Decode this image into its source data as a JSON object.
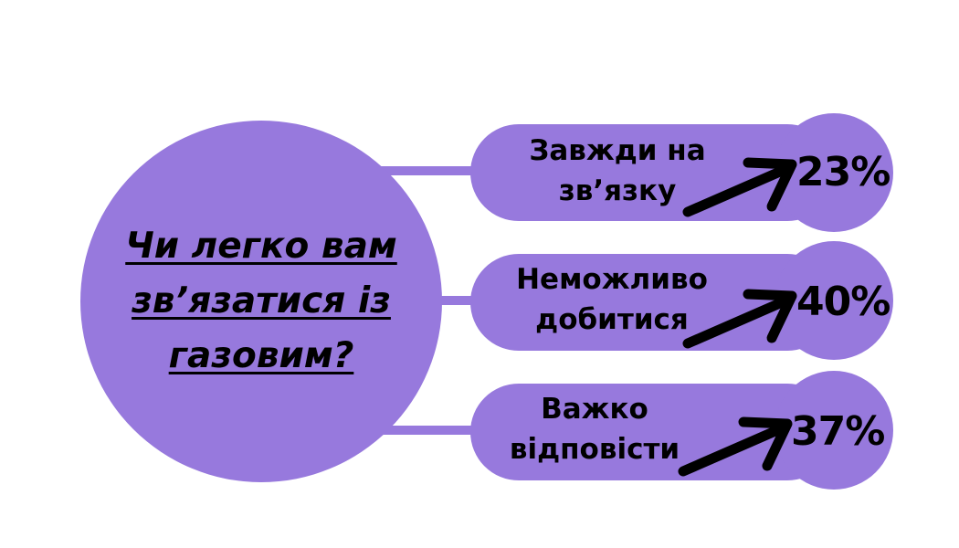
{
  "colors": {
    "accent": "#9779dd",
    "text": "#000000"
  },
  "question": {
    "lines": [
      "Чи легко вам",
      "зв’язатися із",
      "газовим?"
    ]
  },
  "answers": [
    {
      "label_lines": [
        "Завжди на",
        "зв’язку"
      ],
      "percent": "23%",
      "icon": "arrow-up-right-icon"
    },
    {
      "label_lines": [
        "Неможливо",
        "добитися"
      ],
      "percent": "40%",
      "icon": "arrow-up-right-icon"
    },
    {
      "label_lines": [
        "Важко",
        "відповісти"
      ],
      "percent": "37%",
      "icon": "arrow-up-right-icon"
    }
  ]
}
